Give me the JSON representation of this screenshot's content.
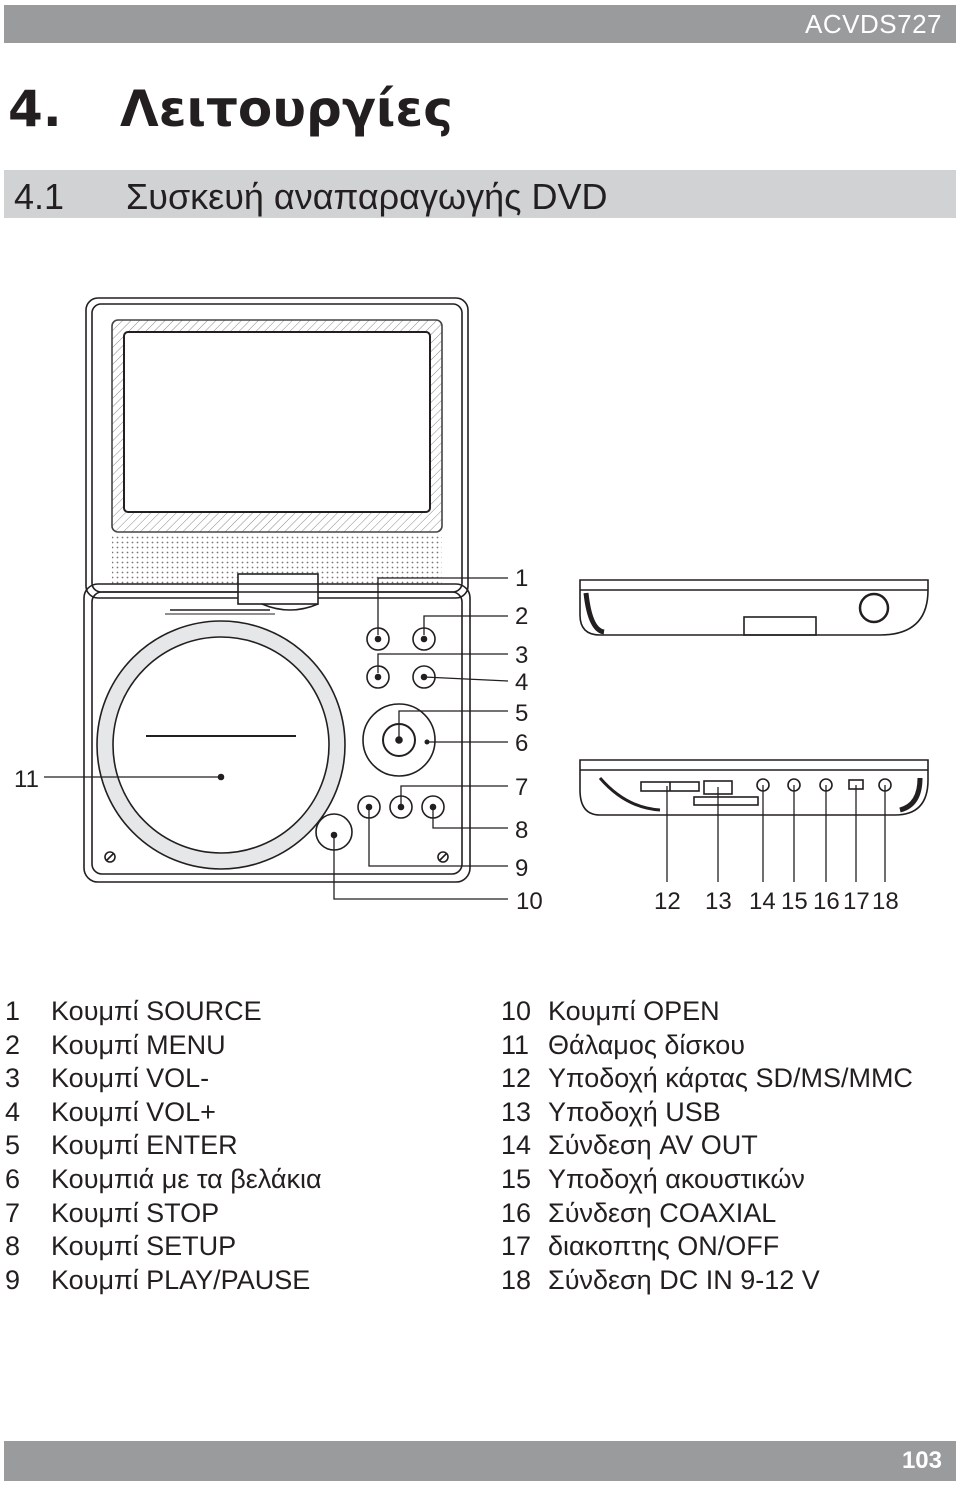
{
  "header": {
    "model": "ACVDS727"
  },
  "title": {
    "number": "4.",
    "text": "Λειτουργίες"
  },
  "subtitle": {
    "number": "4.1",
    "text": "Συσκευή αναπαραγωγής DVD"
  },
  "figure": {
    "callouts_right": [
      "1",
      "2",
      "3",
      "4",
      "5",
      "6",
      "7",
      "8",
      "9",
      "10"
    ],
    "callout_left": "11",
    "callouts_bottom": [
      "12",
      "13",
      "14",
      "15",
      "16",
      "17",
      "18"
    ]
  },
  "legend_left": [
    {
      "n": "1",
      "text": "Κουμπί SOURCE"
    },
    {
      "n": "2",
      "text": "Κουμπί MENU"
    },
    {
      "n": "3",
      "text": "Κουμπί VOL-"
    },
    {
      "n": "4",
      "text": "Κουμπί VOL+"
    },
    {
      "n": "5",
      "text": "Κουμπί ENTER"
    },
    {
      "n": "6",
      "text": "Κουμπιά με τα βελάκια"
    },
    {
      "n": "7",
      "text": "Κουμπί STOP"
    },
    {
      "n": "8",
      "text": "Κουμπί SETUP"
    },
    {
      "n": "9",
      "text": "Κουμπί PLAY/PAUSE"
    }
  ],
  "legend_right": [
    {
      "n": "10",
      "text": "Κουμπί OPEN"
    },
    {
      "n": "11",
      "text": "Θάλαμος δίσκου"
    },
    {
      "n": "12",
      "text": "Υποδοχή κάρτας SD/MS/MMC"
    },
    {
      "n": "13",
      "text": "Υποδοχή USB"
    },
    {
      "n": "14",
      "text": "Σύνδεση AV OUT"
    },
    {
      "n": "15",
      "text": "Υποδοχή ακουστικών"
    },
    {
      "n": "16",
      "text": "Σύνδεση COAXIAL"
    },
    {
      "n": "17",
      "text": "διακοπτης ON/OFF"
    },
    {
      "n": "18",
      "text": "Σύνδεση DC IN 9-12 V"
    }
  ],
  "footer": {
    "page": "103"
  }
}
